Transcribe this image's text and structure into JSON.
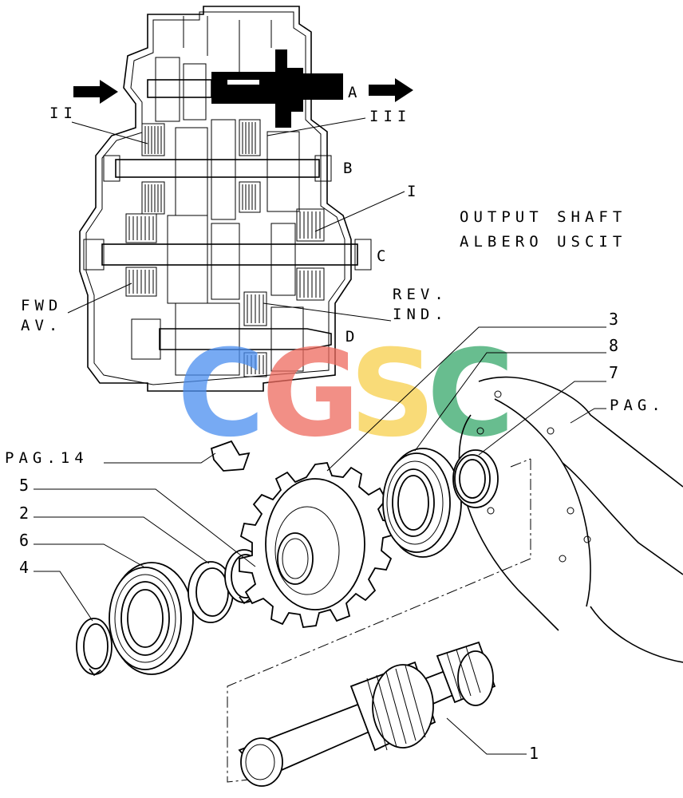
{
  "title": {
    "line1": "OUTPUT SHAFT",
    "line2": "ALBERO USCIT"
  },
  "section_labels": {
    "ii": "II",
    "iii": "III",
    "i": "I",
    "a": "A",
    "b": "B",
    "c": "C",
    "d": "D",
    "fwd": "FWD",
    "av": "AV.",
    "rev": "REV.",
    "ind": "IND."
  },
  "page_refs": {
    "pag14": "PAG.14",
    "pag": "PAG."
  },
  "callouts": [
    "1",
    "2",
    "3",
    "4",
    "5",
    "6",
    "7",
    "8"
  ],
  "watermark": {
    "letters": [
      "C",
      "G",
      "S",
      "C"
    ],
    "colors": [
      "#4a8ef0",
      "#ee6a5e",
      "#f7cf4b",
      "#36a86a"
    ]
  }
}
